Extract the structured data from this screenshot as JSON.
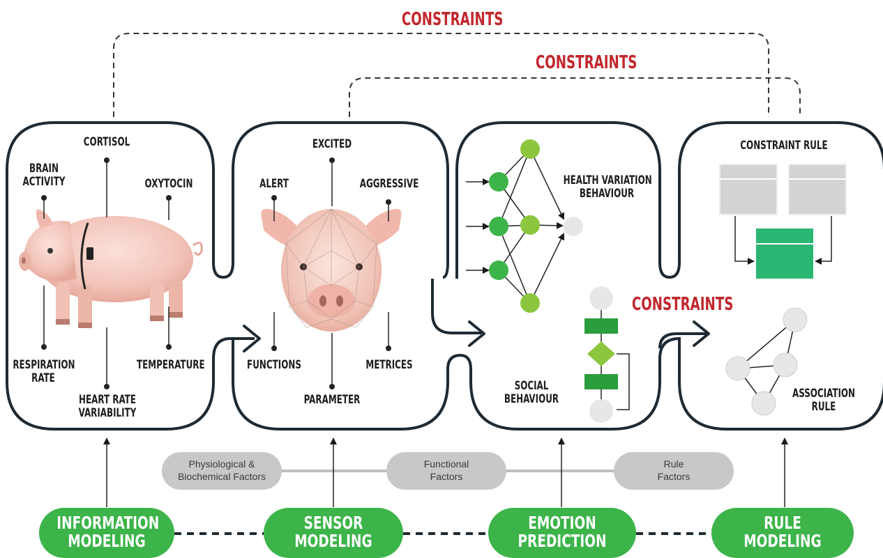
{
  "constraints": {
    "top": "CONSTRAINTS",
    "second": "CONSTRAINTS",
    "right": "CONSTRAINTS"
  },
  "panel_information": {
    "cortisol": "CORTISOL",
    "brain_line1": "BRAIN",
    "brain_line2": "ACTIVITY",
    "oxytocin": "OXYTOCIN",
    "respiration_line1": "RESPIRATION",
    "respiration_line2": "RATE",
    "temperature": "TEMPERATURE",
    "hrv_line1": "HEART RATE",
    "hrv_line2": "VARIABILITY"
  },
  "panel_sensor": {
    "excited": "EXCITED",
    "alert": "ALERT",
    "aggressive": "AGGRESSIVE",
    "functions": "FUNCTIONS",
    "metrices": "METRICES",
    "parameter": "PARAMETER"
  },
  "panel_emotion": {
    "health_line1": "HEALTH VARIATION",
    "health_line2": "BEHAVIOUR",
    "social_line1": "SOCIAL",
    "social_line2": "BEHAVIOUR"
  },
  "panel_rule": {
    "constraint_rule": "CONSTRAINT RULE",
    "association_line1": "ASSOCIATION",
    "association_line2": "RULE"
  },
  "factors": [
    {
      "line1": "Physiological &",
      "line2": "Biochemical Factors"
    },
    {
      "line1": "Functional",
      "line2": "Factors"
    },
    {
      "line1": "Rule",
      "line2": "Factors"
    }
  ],
  "stages": [
    {
      "line1": "INFORMATION",
      "line2": "MODELING"
    },
    {
      "line1": "SENSOR",
      "line2": "MODELING"
    },
    {
      "line1": "EMOTION",
      "line2": "PREDICTION"
    },
    {
      "line1": "RULE",
      "line2": "MODELING"
    }
  ],
  "colors": {
    "accent_green": "#3cb44a",
    "light_green": "#8cc63f",
    "teal_green": "#2bb673",
    "constraint_red": "#c1272d",
    "panel_border": "#1e2a33",
    "factor_gray": "#c8c8c8"
  }
}
